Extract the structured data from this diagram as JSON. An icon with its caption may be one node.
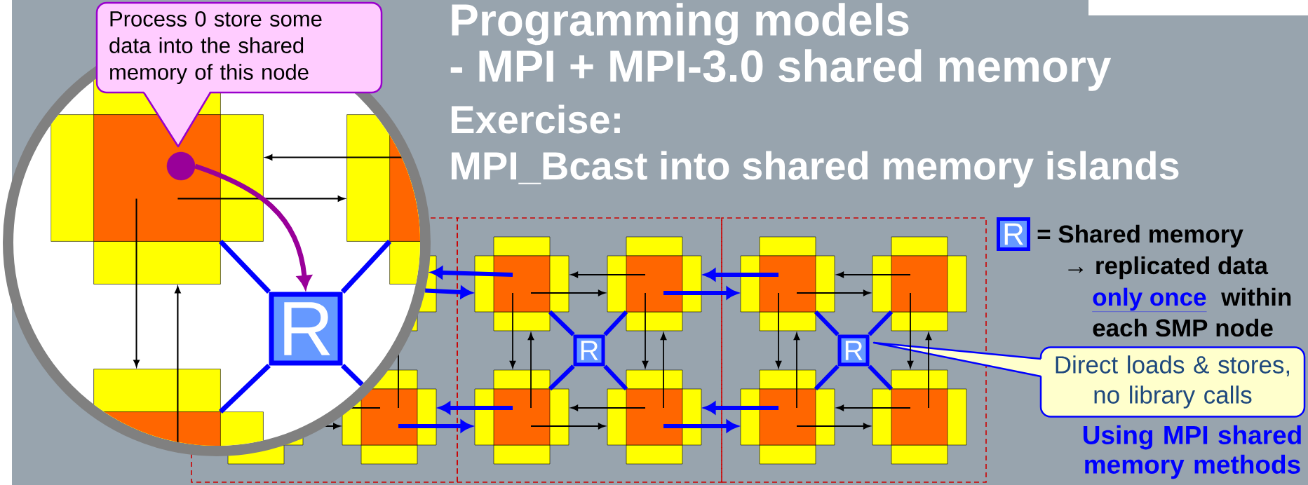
{
  "diagram": {
    "title": "Programming models - MPI + MPI-3.0 shared memory",
    "nodes": [
      {
        "text": [
          "Process 0 store some data into the shared memory of this node"
        ]
      },
      {
        "text": [],
        "shape": "circle"
      },
      {
        "text": [],
        "shape": "circle",
        "in": 1
      },
      {
        "text": [
          "R"
        ],
        "in": 1
      },
      {
        "text": [],
        "shape": "box"
      },
      {
        "text": [],
        "shape": "cross",
        "in": 4
      },
      {
        "text": [],
        "shape": "cross",
        "in": 4
      },
      {
        "text": [],
        "shape": "cross",
        "in": 4
      },
      {
        "text": [],
        "shape": "cross",
        "in": 4
      },
      {
        "text": [
          "R"
        ],
        "in": 4
      },
      {
        "text": [],
        "shape": "box"
      },
      {
        "text": [],
        "shape": "cross",
        "in": 10
      },
      {
        "text": [],
        "shape": "cross",
        "in": 10
      },
      {
        "text": [],
        "shape": "cross",
        "in": 10
      },
      {
        "text": [],
        "shape": "cross",
        "in": 10
      },
      {
        "text": [
          "R"
        ],
        "in": 10
      },
      {
        "text": [
          "R"
        ]
      },
      {
        "text": [
          "Direct loads & stores, no library calls"
        ]
      }
    ],
    "edges": [
      {
        "from": 2,
        "to": 3,
        "arrow": "to",
        "color": "#990099"
      },
      {
        "from": 5,
        "to": 1,
        "arrow": "to"
      },
      {
        "from": 1,
        "to": 5,
        "arrow": "to"
      },
      {
        "from": 7,
        "to": null,
        "arrow": "to"
      },
      {
        "from": null,
        "to": 7,
        "arrow": "to"
      },
      {
        "from": 6,
        "to": 5,
        "arrow": "to",
        "color": "#000000"
      },
      {
        "from": 5,
        "to": 6,
        "arrow": "to",
        "color": "#000000"
      },
      {
        "from": 5,
        "to": 7,
        "arrow": "to",
        "color": "#000000"
      },
      {
        "from": 7,
        "to": 5,
        "arrow": "to",
        "color": "#000000"
      },
      {
        "from": 6,
        "to": 8,
        "arrow": "to",
        "color": "#000000"
      },
      {
        "from": 8,
        "to": 6,
        "arrow": "to",
        "color": "#000000"
      },
      {
        "from": 8,
        "to": 7,
        "arrow": "to",
        "color": "#000000"
      },
      {
        "from": 7,
        "to": 8,
        "arrow": "to",
        "color": "#000000"
      },
      {
        "from": 9,
        "to": 5,
        "arrow": "none"
      },
      {
        "from": 9,
        "to": 6,
        "arrow": "none"
      },
      {
        "from": 9,
        "to": 7,
        "arrow": "none"
      },
      {
        "from": 9,
        "to": 8,
        "arrow": "none"
      },
      {
        "from": 11,
        "to": 6,
        "arrow": "to"
      },
      {
        "from": 6,
        "to": 11,
        "arrow": "to"
      },
      {
        "from": 13,
        "to": 8,
        "arrow": "to"
      },
      {
        "from": 8,
        "to": 13,
        "arrow": "to"
      },
      {
        "from": 12,
        "to": 11,
        "arrow": "to",
        "color": "#000000"
      },
      {
        "from": 11,
        "to": 12,
        "arrow": "to",
        "color": "#000000"
      },
      {
        "from": 11,
        "to": 13,
        "arrow": "to",
        "color": "#000000"
      },
      {
        "from": 13,
        "to": 11,
        "arrow": "to",
        "color": "#000000"
      },
      {
        "from": 12,
        "to": 14,
        "arrow": "to",
        "color": "#000000"
      },
      {
        "from": 14,
        "to": 12,
        "arrow": "to",
        "color": "#000000"
      },
      {
        "from": 14,
        "to": 13,
        "arrow": "to",
        "color": "#000000"
      },
      {
        "from": 13,
        "to": 14,
        "arrow": "to",
        "color": "#000000"
      },
      {
        "from": 15,
        "to": 11,
        "arrow": "none"
      },
      {
        "from": 15,
        "to": 12,
        "arrow": "none"
      },
      {
        "from": 15,
        "to": 13,
        "arrow": "none"
      },
      {
        "from": 15,
        "to": 14,
        "arrow": "none"
      }
    ],
    "labels": [
      "Exercise:",
      "MPI_Bcast into shared memory islands",
      "= Shared memory",
      "→ replicated data",
      "only once",
      "within",
      "each SMP node",
      "Using MPI shared memory methods"
    ]
  }
}
